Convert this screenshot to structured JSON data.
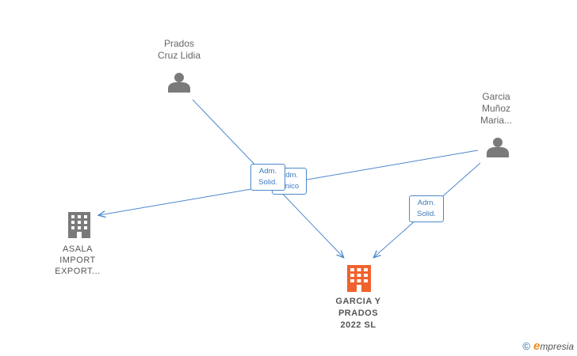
{
  "nodes": {
    "prados_cruz_lidia": {
      "label_line1": "Prados",
      "label_line2": "Cruz Lidia",
      "icon": "person-icon"
    },
    "garcia_munoz_maria": {
      "label_line1": "Garcia",
      "label_line2": "Muñoz",
      "label_line3": "Maria...",
      "icon": "person-icon"
    },
    "asala_import_export": {
      "label_line1": "ASALA",
      "label_line2": "IMPORT",
      "label_line3": "EXPORT...",
      "icon": "building-icon"
    },
    "garcia_y_prados": {
      "label_line1": "GARCIA Y",
      "label_line2": "PRADOS",
      "label_line3": "2022  SL",
      "icon": "building-icon"
    }
  },
  "edges": [
    {
      "from": "prados_cruz_lidia",
      "to": "garcia_y_prados",
      "label_line1": "Adm.",
      "label_line2": "Solid."
    },
    {
      "from": "garcia_munoz_maria",
      "to": "asala_import_export",
      "label_line1": "Adm.",
      "label_line2": "Unico"
    },
    {
      "from": "garcia_munoz_maria",
      "to": "garcia_y_prados",
      "label_line1": "Adm.",
      "label_line2": "Solid."
    }
  ],
  "colors": {
    "person": "#7a7a7a",
    "company": "#7a7a7a",
    "main_company": "#f0622e",
    "edge": "#4a88cc"
  },
  "watermark": {
    "symbol": "©",
    "brand_e": "e",
    "brand_rest": "mpresia"
  }
}
